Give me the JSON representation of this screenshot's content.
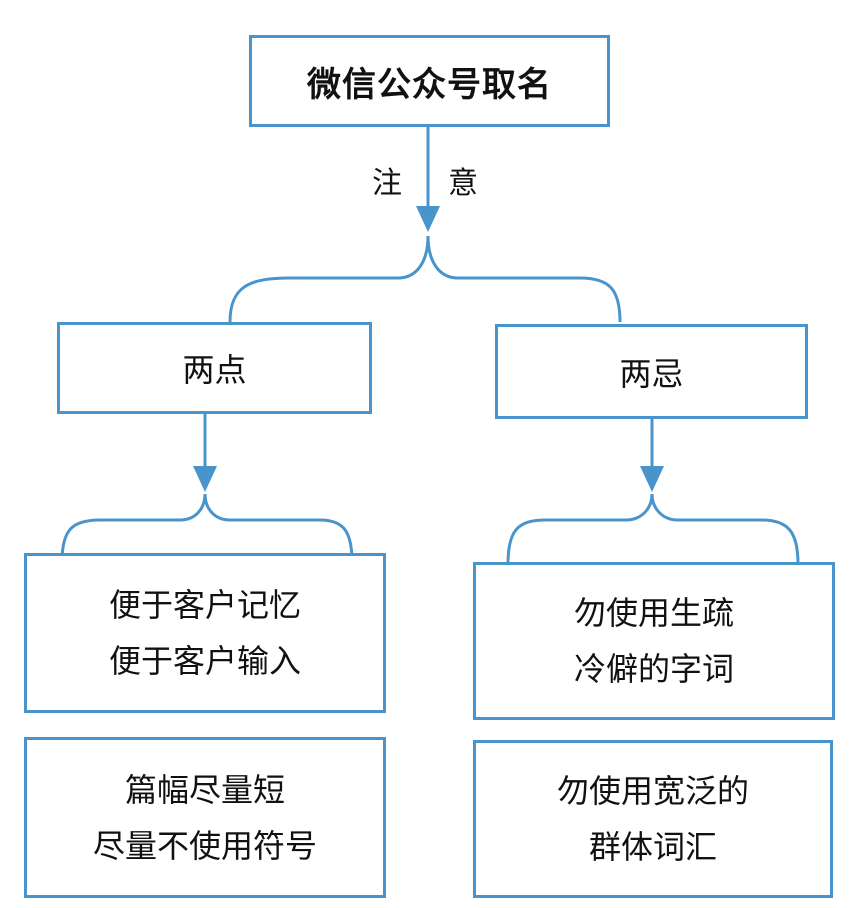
{
  "root": {
    "label": "微信公众号取名"
  },
  "edge": {
    "left_char": "注",
    "right_char": "意"
  },
  "branches": [
    {
      "label": "两点",
      "items": [
        {
          "line1": "便于客户记忆",
          "line2": "便于客户输入"
        },
        {
          "line1": "篇幅尽量短",
          "line2": "尽量不使用符号"
        }
      ]
    },
    {
      "label": "两忌",
      "items": [
        {
          "line1": "勿使用生疏",
          "line2": "冷僻的字词"
        },
        {
          "line1": "勿使用宽泛的",
          "line2": "群体词汇"
        }
      ]
    }
  ],
  "colors": {
    "stroke": "#4a94cc"
  }
}
